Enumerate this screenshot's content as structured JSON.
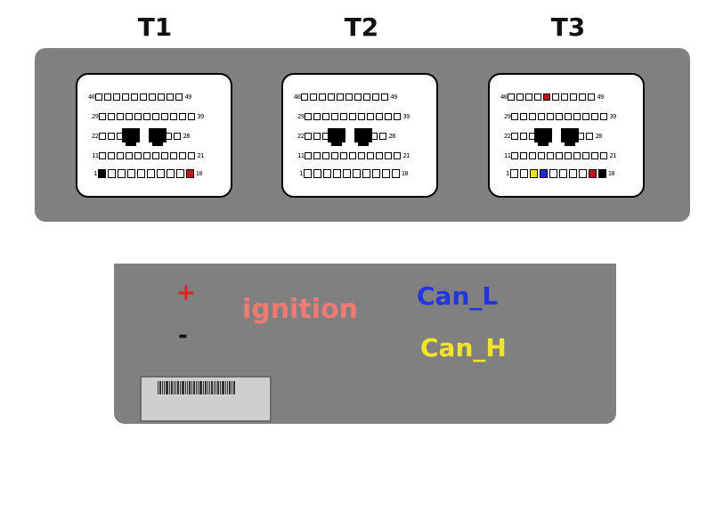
{
  "connectors": [
    {
      "title": "T1",
      "rows": [
        {
          "start": "40",
          "end": "49",
          "pins": [
            "w",
            "w",
            "w",
            "w",
            "w",
            "w",
            "w",
            "w",
            "w",
            "w"
          ]
        },
        {
          "start": "29",
          "end": "39",
          "pins": [
            "w",
            "w",
            "w",
            "w",
            "w",
            "w",
            "w",
            "w",
            "w",
            "w",
            "w"
          ]
        },
        {
          "start": "22",
          "end": "28",
          "pins": [
            "w",
            "w",
            "w",
            "w",
            "w",
            "w",
            "w"
          ]
        },
        {
          "start": "11",
          "end": "21",
          "pins": [
            "w",
            "w",
            "w",
            "w",
            "w",
            "w",
            "w",
            "w",
            "w",
            "w",
            "w"
          ]
        },
        {
          "start": "1",
          "end": "10",
          "pins": [
            "black",
            "w",
            "w",
            "w",
            "w",
            "w",
            "w",
            "w",
            "w",
            "red"
          ]
        }
      ]
    },
    {
      "title": "T2",
      "rows": [
        {
          "start": "40",
          "end": "49",
          "pins": [
            "w",
            "w",
            "w",
            "w",
            "w",
            "w",
            "w",
            "w",
            "w",
            "w"
          ]
        },
        {
          "start": "29",
          "end": "39",
          "pins": [
            "w",
            "w",
            "w",
            "w",
            "w",
            "w",
            "w",
            "w",
            "w",
            "w",
            "w"
          ]
        },
        {
          "start": "22",
          "end": "28",
          "pins": [
            "w",
            "w",
            "w",
            "w",
            "w",
            "w",
            "w"
          ]
        },
        {
          "start": "11",
          "end": "21",
          "pins": [
            "w",
            "w",
            "w",
            "w",
            "w",
            "w",
            "w",
            "w",
            "w",
            "w",
            "w"
          ]
        },
        {
          "start": "1",
          "end": "10",
          "pins": [
            "w",
            "w",
            "w",
            "w",
            "w",
            "w",
            "w",
            "w",
            "w",
            "w"
          ]
        }
      ]
    },
    {
      "title": "T3",
      "rows": [
        {
          "start": "40",
          "end": "49",
          "pins": [
            "w",
            "w",
            "w",
            "w",
            "red",
            "w",
            "w",
            "w",
            "w",
            "w"
          ]
        },
        {
          "start": "29",
          "end": "39",
          "pins": [
            "w",
            "w",
            "w",
            "w",
            "w",
            "w",
            "w",
            "w",
            "w",
            "w",
            "w"
          ]
        },
        {
          "start": "22",
          "end": "28",
          "pins": [
            "w",
            "w",
            "w",
            "w",
            "w",
            "w",
            "w"
          ]
        },
        {
          "start": "11",
          "end": "21",
          "pins": [
            "w",
            "w",
            "w",
            "w",
            "w",
            "w",
            "w",
            "w",
            "w",
            "w",
            "w"
          ]
        },
        {
          "start": "1",
          "end": "10",
          "pins": [
            "w",
            "w",
            "yellow",
            "blue",
            "w",
            "w",
            "w",
            "w",
            "red",
            "black"
          ]
        }
      ]
    }
  ],
  "legend": {
    "plus": {
      "text": "+",
      "color": "#e0221f"
    },
    "minus": {
      "text": "-",
      "color": "#111111"
    },
    "ignition": {
      "text": "ignition",
      "color": "#f07a74"
    },
    "can_l": {
      "text": "Can_L",
      "color": "#2136e0"
    },
    "can_h": {
      "text": "Can_H",
      "color": "#f2e42a"
    }
  },
  "colors": {
    "red": "#c0151a",
    "blue": "#1f2bd6",
    "yellow": "#f5e21e",
    "black": "#000000",
    "panel": "#808080"
  }
}
